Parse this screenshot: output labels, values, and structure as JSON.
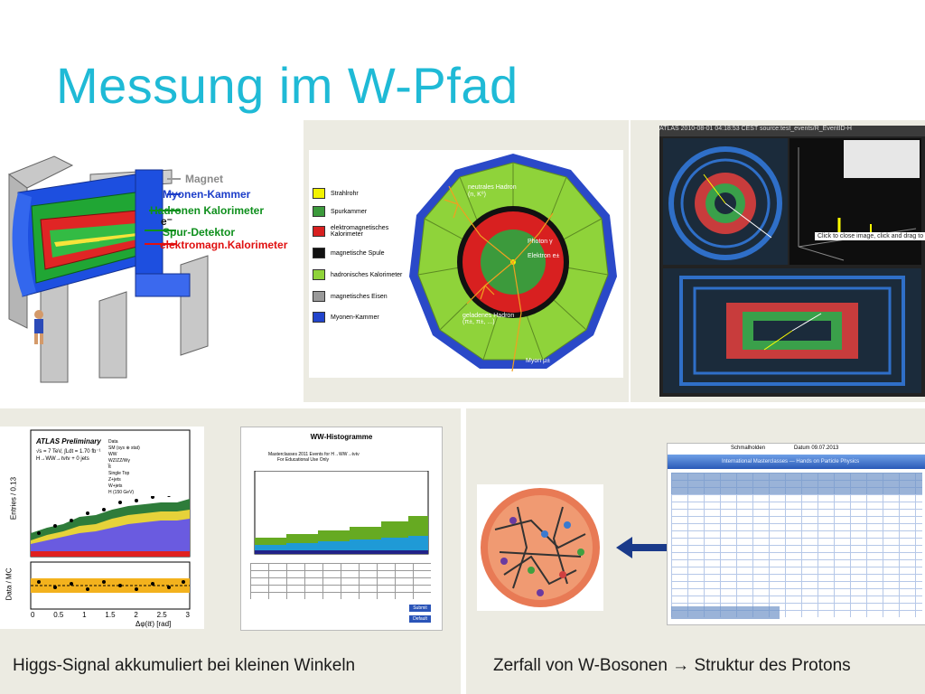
{
  "slide": {
    "title": "Messung im W-Pfad",
    "caption_left": "Higgs-Signal akkumuliert bei kleinen Winkeln",
    "caption_right": "Zerfall von W-Bosonen → Struktur des Protons"
  },
  "detector_3d": {
    "labels": {
      "magnet": "Magnet",
      "muon": "Myonen-Kammer",
      "hadron": "Hadronen Kalorimeter",
      "electron": "e⁻",
      "tracker": "Spur-Detektor",
      "em": "elektromagn.Kalorimeter"
    },
    "colors": {
      "magnet": "#9a9a9a",
      "muon": "#1d3ec9",
      "hadron": "#0e8f1c",
      "tracker": "#0e8f1c",
      "em": "#e01010"
    }
  },
  "cross_section": {
    "legend": [
      {
        "label": "Strahlrohr",
        "color": "#f2f200"
      },
      {
        "label": "Spurkammer",
        "color": "#3c9a3c"
      },
      {
        "label": "elektromagnetisches Kalorimeter",
        "color": "#d82020"
      },
      {
        "label": "magnetische Spule",
        "color": "#111111"
      },
      {
        "label": "hadronisches Kalorimeter",
        "color": "#8fd33a"
      },
      {
        "label": "magnetisches Eisen",
        "color": "#999999"
      },
      {
        "label": "Myonen-Kammer",
        "color": "#2244cc"
      }
    ],
    "annotations": {
      "neutral": "neutrales Hadron (n, K⁰)",
      "photon": "Photon γ",
      "electron": "Elektron e±",
      "charged": "geladenes Hadron (π±, π±, ...)",
      "muon": "Myon μ±"
    }
  },
  "event_display": {
    "header": "ATLAS   2010-08-01 04:18:53 CEST source:test_events/R_EventID-H",
    "hint": "Click to close image, click and drag to move"
  },
  "higgs_plot": {
    "experiment": "ATLAS Preliminary",
    "energy": "√s = 7 TeV, ∫Ldt = 1.70 fb⁻¹",
    "channel": "H→WW→ℓνℓν + 0 jets",
    "ylabel_top": "Entries / 0.13",
    "ylabel_bottom": "Data / MC",
    "xlabel": "Δφ(ℓℓ) [rad]",
    "legend": [
      "Data",
      "SM (sys ⊕ stat)",
      "WW",
      "WZ/ZZ/Wγ",
      "t̅t",
      "Single Top",
      "Z+jets",
      "W+jets",
      "H (150 GeV)"
    ],
    "xticks": [
      "0",
      "0.5",
      "1",
      "1.5",
      "2",
      "2.5",
      "3"
    ]
  },
  "histogram_screenshot": {
    "title": "WW-Histogramme",
    "subtitle": "Masterclasses 2011   Events for H→WW→ℓνℓν",
    "subtitle2": "For Educational Use Only",
    "buttons": [
      "Submit",
      "Default"
    ]
  },
  "table_screenshot": {
    "header_name": "Schmalholden",
    "header_date": "Datum 09.07.2013",
    "banner": "International Masterclasses — Hands on Particle Physics"
  }
}
